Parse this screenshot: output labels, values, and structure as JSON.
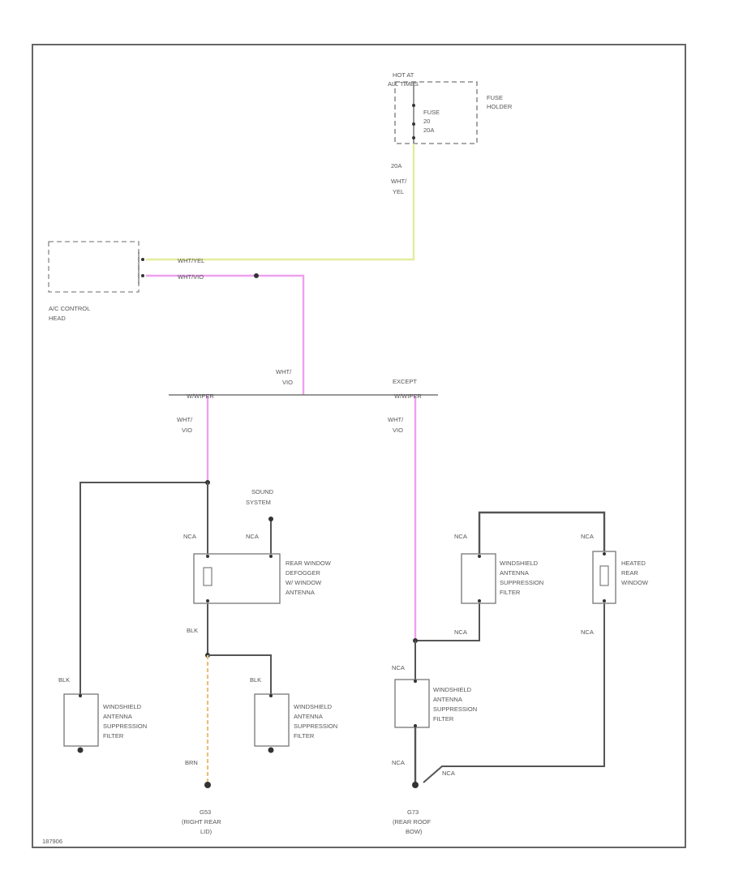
{
  "fuse": {
    "hot_label": [
      "HOT AT",
      "ALL TIMES"
    ],
    "holder_label": [
      "FUSE",
      "HOLDER"
    ],
    "fuse_label": [
      "FUSE",
      "20",
      "20A"
    ]
  },
  "wires": {
    "feed_size": "20A",
    "feed_color": [
      "WHT/",
      "YEL"
    ],
    "ac_wht_yel": "WHT/YEL",
    "ac_wht_vio": "WHT/VIO",
    "main_vio": [
      "WHT/",
      "VIO"
    ],
    "left_branch": [
      "WHT/",
      "VIO"
    ],
    "right_branch": [
      "WHT/",
      "VIO"
    ],
    "blk_upper": "BLK",
    "blk_left": "BLK",
    "blk_mid": "BLK",
    "brn": "BRN",
    "nca_left_top": "NCA",
    "nca_sound": "NCA",
    "nca_filter_top": "NCA",
    "nca_filter_bottom": "NCA",
    "nca_heated_top": "NCA",
    "nca_heated_bottom": "NCA",
    "nca_lower_filter_top": "NCA",
    "nca_lower_filter_bottom": "NCA",
    "nca_ground_lead": "NCA"
  },
  "components": {
    "ac_control_head": [
      "A/C CONTROL",
      "HEAD"
    ],
    "sound_system": [
      "SOUND",
      "SYSTEM"
    ],
    "rear_defogger": [
      "REAR WINDOW",
      "DEFOGGER",
      "W/ WINDOW",
      "ANTENNA"
    ],
    "filter_bottom_left": [
      "WINDSHIELD",
      "ANTENNA",
      "SUPPRESSION",
      "FILTER"
    ],
    "filter_bottom_mid": [
      "WINDSHIELD",
      "ANTENNA",
      "SUPPRESSION",
      "FILTER"
    ],
    "filter_right_upper": [
      "WINDSHIELD",
      "ANTENNA",
      "SUPPRESSION",
      "FILTER"
    ],
    "filter_right_lower": [
      "WINDSHIELD",
      "ANTENNA",
      "SUPPRESSION",
      "FILTER"
    ],
    "heated_rear_window": [
      "HEATED",
      "REAR",
      "WINDOW"
    ]
  },
  "splices": {
    "left_option": "W/WIPER",
    "right_option_prefix": "EXCEPT",
    "right_option": "W/WIPER"
  },
  "grounds": {
    "g_left": [
      "G53",
      "(RIGHT REAR",
      "LID)"
    ],
    "g_right": [
      "G73",
      "(REAR ROOF",
      "BOW)"
    ]
  },
  "diagram_id": "187906",
  "colors": {
    "border": "#555555",
    "wire_gray": "#444444",
    "wire_yellow": "#e0ec9a",
    "wire_violet": "#ef9cef",
    "wire_brown": "#e6c27a",
    "label": "#555555"
  }
}
